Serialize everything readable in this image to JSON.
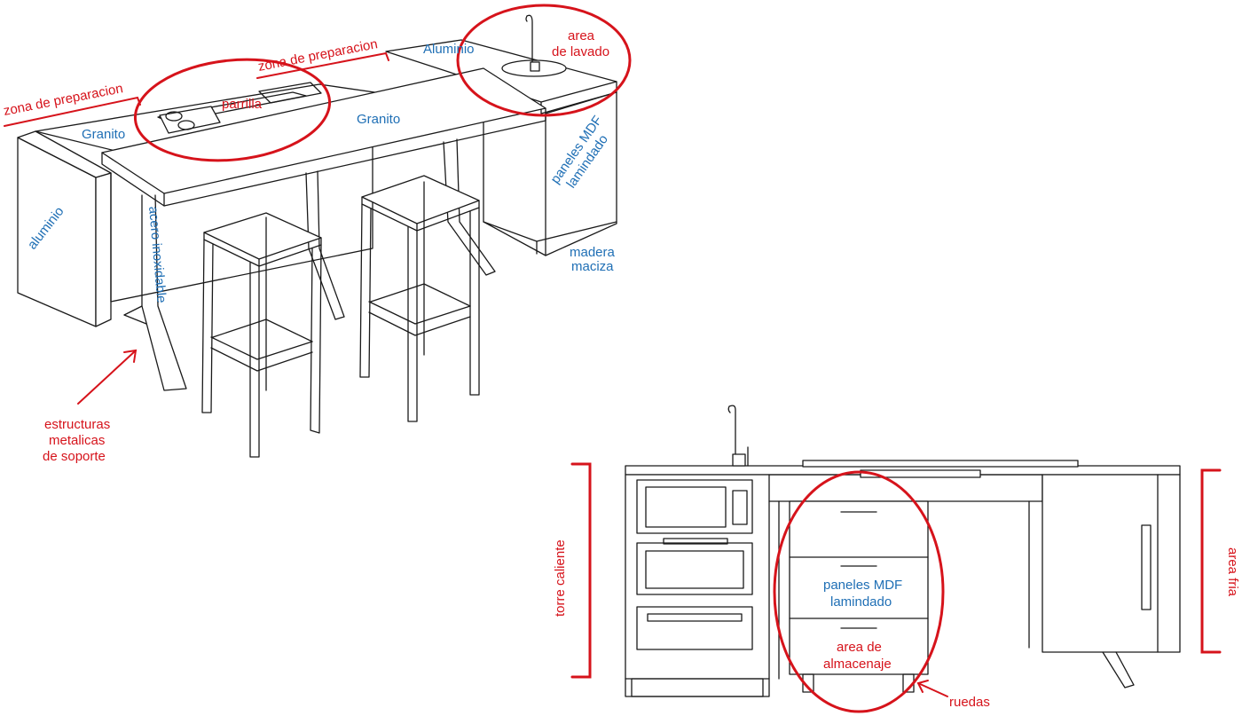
{
  "colors": {
    "material": "#1f6fb5",
    "zone": "#d6131b",
    "line": "#1a1a1a"
  },
  "perspective_labels": {
    "zona_preparacion_left": "zona de preparacion",
    "zona_preparacion_center": "zona de preparacion",
    "granito_left": "Granito",
    "granito_center": "Granito",
    "parrilla": "parrilla",
    "aluminio_top": "Aluminio",
    "area_lavado_1": "area",
    "area_lavado_2": "de lavado",
    "paneles_1": "paneles MDF",
    "paneles_2": "lamindado",
    "madera_1": "madera",
    "madera_2": "maciza",
    "aluminio_side": "aluminio",
    "acero": "acero inoxidable",
    "estructuras_1": "estructuras",
    "estructuras_2": "metalicas",
    "estructuras_3": "de soporte"
  },
  "front_labels": {
    "torre_caliente": "torre caliente",
    "area_fria": "area fria",
    "paneles_1": "paneles MDF",
    "paneles_2": "lamindado",
    "almacenaje_1": "area de",
    "almacenaje_2": "almacenaje",
    "ruedas": "ruedas"
  }
}
